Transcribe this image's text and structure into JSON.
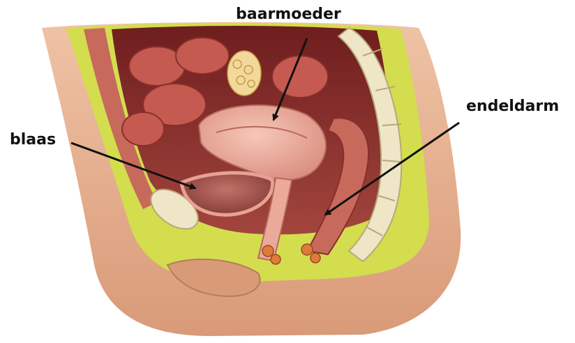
{
  "labels": {
    "uterus": "baarmoeder",
    "rectum": "endeldarm",
    "bladder": "blaas"
  },
  "colors": {
    "background": "#ffffff",
    "skin": "#e9b595",
    "fat": "#d3dd4e",
    "muscle": "#c76a5c",
    "organ_light": "#eba99a",
    "organ_dark": "#9a3f3c",
    "bone": "#efe6c8",
    "arrow": "#111111",
    "label_text": "#111111"
  }
}
